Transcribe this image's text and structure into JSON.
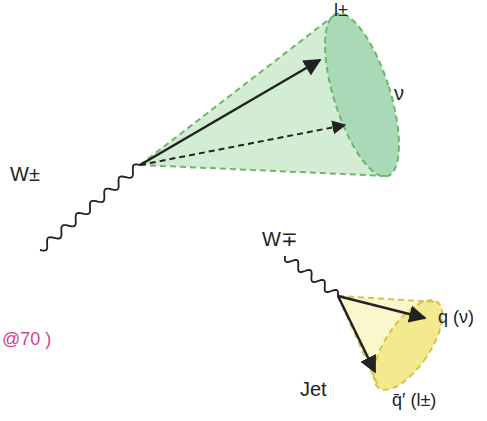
{
  "diagram": {
    "labels": [
      "l±",
      "ν",
      "W±",
      "W∓",
      "Jet",
      "q (ν)",
      "q̄′ (l±)",
      "@70 )"
    ]
  }
}
